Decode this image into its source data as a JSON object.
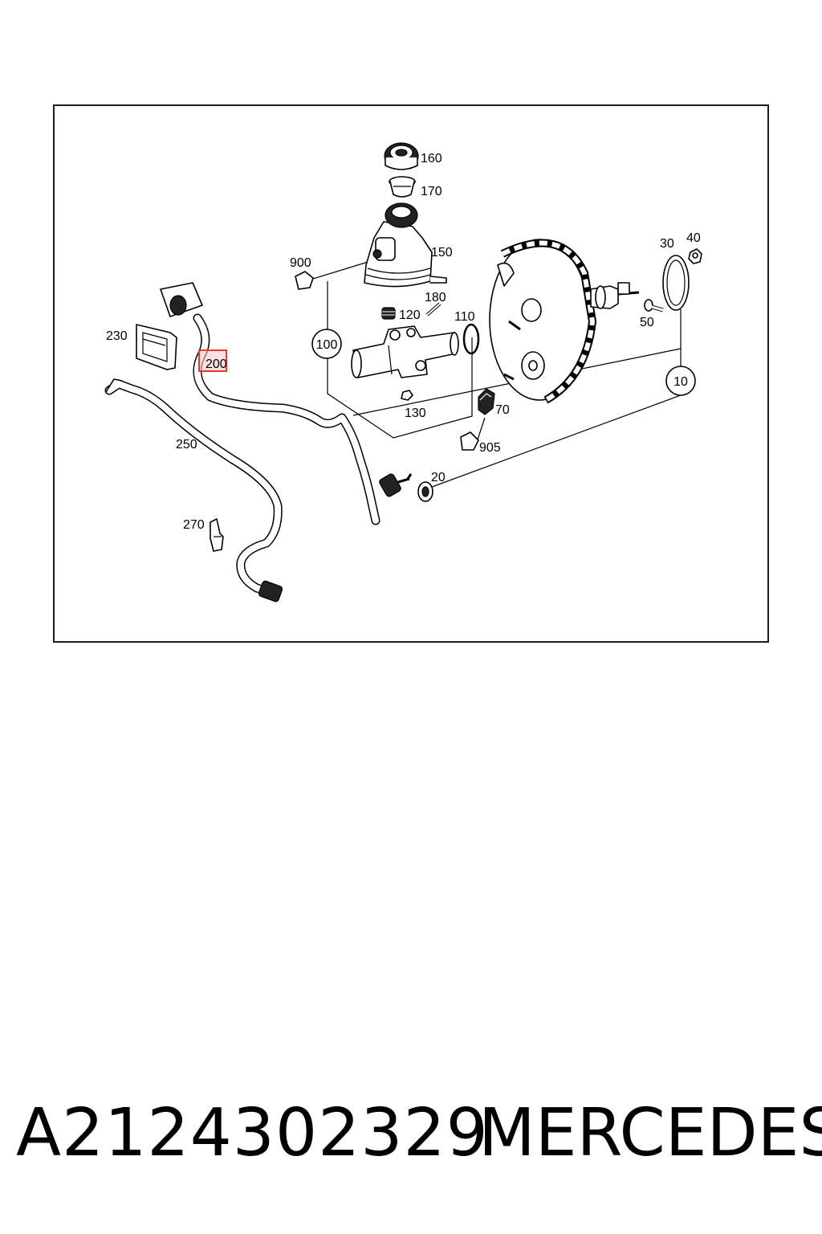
{
  "diagram": {
    "labels": {
      "l160": "160",
      "l170": "170",
      "l150": "150",
      "l900": "900",
      "l180": "180",
      "l120": "120",
      "l110": "110",
      "l100": "100",
      "l130": "130",
      "l30": "30",
      "l40": "40",
      "l50": "50",
      "l10": "10",
      "l70": "70",
      "l905": "905",
      "l20": "20",
      "l230": "230",
      "l200": "200",
      "l250": "250",
      "l270": "270"
    },
    "highlight_color": "#e53935",
    "highlight_fill": "#f8c8c8"
  },
  "footer": {
    "part_number": "A2124302329",
    "brand": "MERCEDES"
  }
}
